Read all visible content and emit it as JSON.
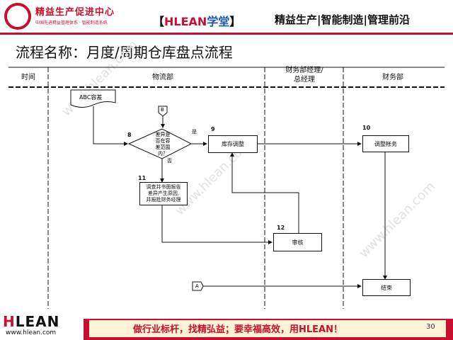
{
  "header": {
    "logo_title": "精益生产促进中心",
    "logo_subtitle": "中国先进精益管理体系 · 智能制造系统",
    "brand_bracket_left": "【",
    "brand_hlean": "HLEAN",
    "brand_xuetang": "学堂",
    "brand_bracket_right": "】",
    "slogan": "精益生产|智能制造|管理前沿"
  },
  "title": "流程名称：月度/周期仓库盘点流程",
  "lanes": {
    "time": "时间",
    "logistics": "物流部",
    "finance_manager_1": "财务部经理/",
    "finance_manager_2": "总经理",
    "finance": "财务部"
  },
  "nodes": {
    "abc": "ABC容差",
    "connector_b": "B",
    "connector_a": "A",
    "step8_num": "8",
    "step8_line1": "差异是",
    "step8_line2": "否在容",
    "step8_line3": "差范围",
    "step8_line4": "内？",
    "yes_label": "是",
    "no_label": "否",
    "step9_num": "9",
    "step9": "库存调整",
    "step10_num": "10",
    "step10": "调整帐务",
    "step11_num": "11",
    "step11_line1": "调查并书面报告",
    "step11_line2": "差异产生原因,",
    "step11_line3": "并报批财务经理",
    "step12_num": "12",
    "step12": "审核",
    "end": "结束"
  },
  "watermark": "www.hlean.com",
  "footer": {
    "logo_h": "H",
    "logo_rest": "LEAN",
    "url": "www.hlean.com",
    "tagline": "做行业标杆，找精弘益；要幸福高效，用HLEAN！",
    "page_number": "30"
  }
}
